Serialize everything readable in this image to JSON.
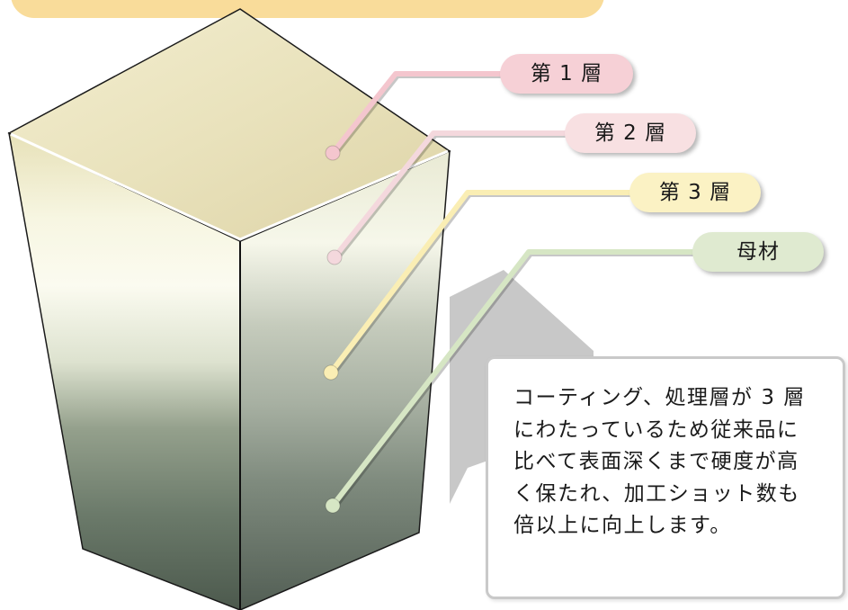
{
  "layers": [
    {
      "label": "第 1 層",
      "color": "#f4c6ce"
    },
    {
      "label": "第 2 層",
      "color": "#f4d8dd"
    },
    {
      "label": "第 3 層",
      "color": "#faeeb4"
    },
    {
      "label": "母材",
      "color": "#d6e6c4"
    }
  ],
  "description": {
    "lines": [
      "コーティング、処理層が 3 層",
      "にわたっているため従来品に",
      "比べて表面深くまで硬度が高",
      "く保たれ、加工ショット数も",
      "倍以上に向上します。"
    ]
  },
  "colors": {
    "banner": "#f9dc9a",
    "block_top": "#eae3bf",
    "block_base": "#4f5c50",
    "note_border": "#c9c9c9"
  }
}
